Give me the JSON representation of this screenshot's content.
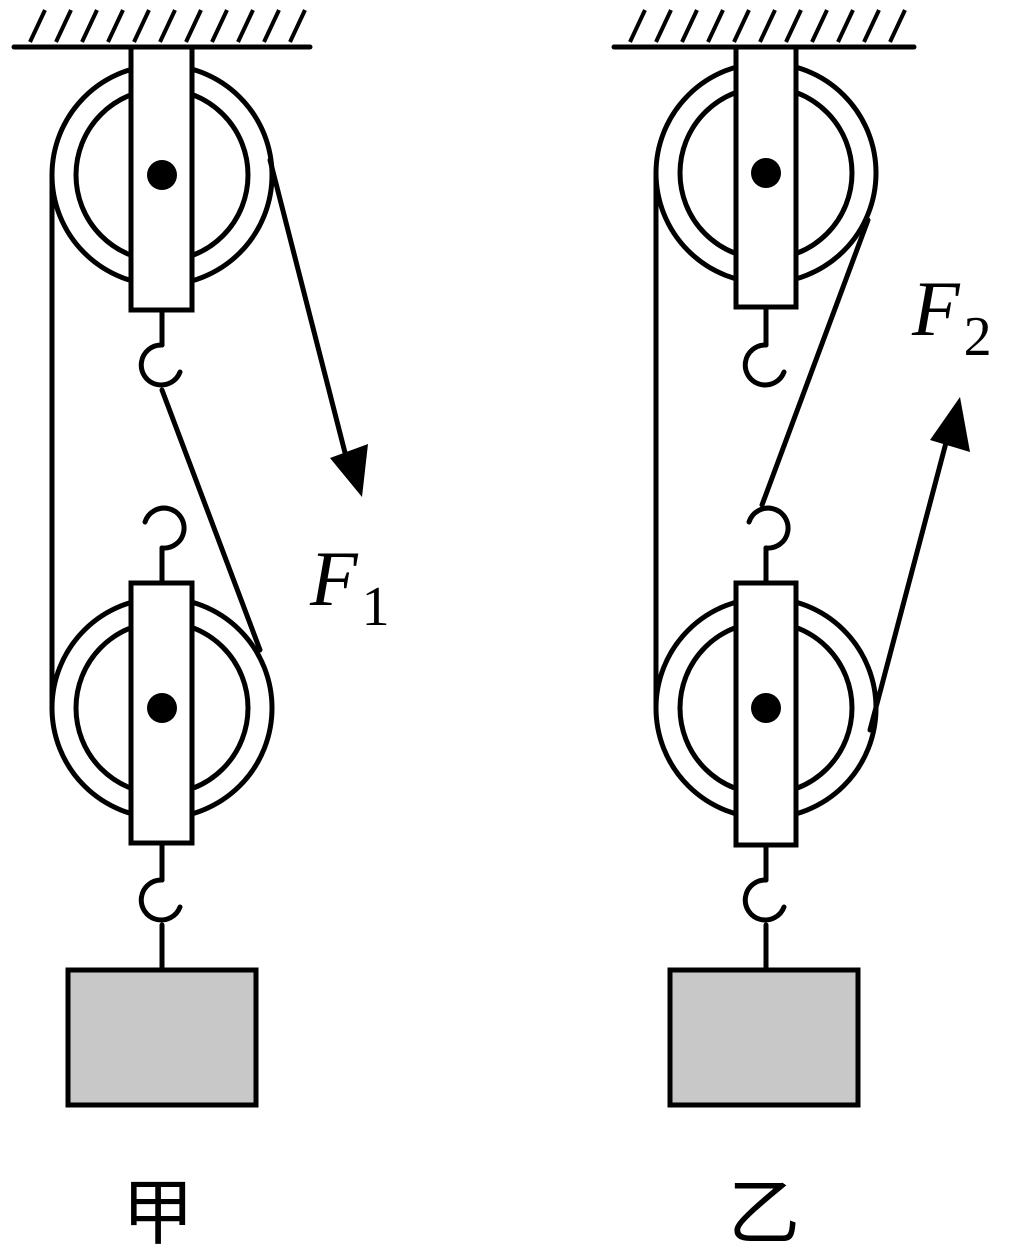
{
  "diagrams": [
    {
      "caption": "甲",
      "force": {
        "symbol": "F",
        "subscript": "1"
      }
    },
    {
      "caption": "乙",
      "force": {
        "symbol": "F",
        "subscript": "2"
      }
    }
  ],
  "colors": {
    "line": "#000000",
    "weight_fill": "#c8c8c8",
    "background": "#ffffff"
  }
}
